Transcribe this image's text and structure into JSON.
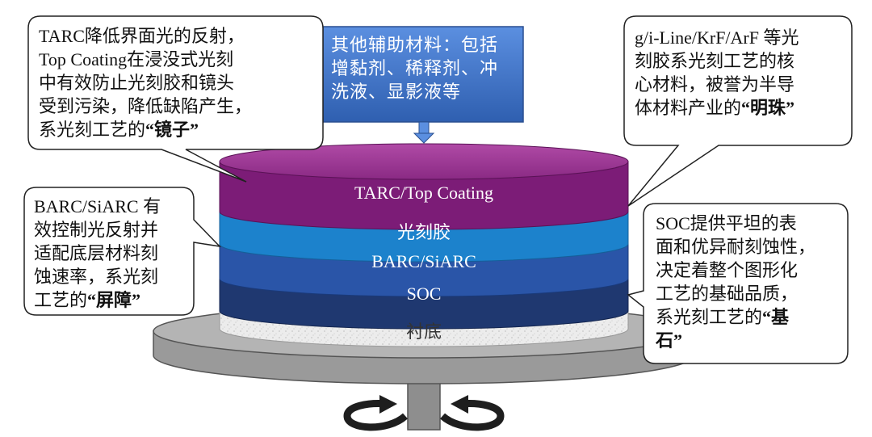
{
  "top_box": {
    "text": "其他辅助材料：包括增黏剂、稀释剂、冲洗液、显影液等"
  },
  "layers": [
    {
      "label": "TARC/Top Coating",
      "color": "#7a1a74"
    },
    {
      "label": "光刻胶",
      "color": "#1a7fc8"
    },
    {
      "label": "BARC/SiARC",
      "color": "#244d9c"
    },
    {
      "label": "SOC",
      "color": "#1c3468"
    },
    {
      "label": "衬底",
      "color": "#e8e8e8"
    }
  ],
  "callouts": {
    "tarc": {
      "line1": "TARC降低界面光的反射，",
      "line2": "Top Coating在浸没式光刻",
      "line3": "中有效防止光刻胶和镜头",
      "line4": "受到污染，降低缺陷产生，",
      "line5_prefix": "系光刻工艺的",
      "line5_bold": "“镜子”"
    },
    "photoresist": {
      "line1": "g/i-Line/KrF/ArF 等光",
      "line2": "刻胶系光刻工艺的核",
      "line3": "心材料，被誉为半导",
      "line4_prefix": "体材料产业的",
      "line4_bold": "“明珠”"
    },
    "barc": {
      "line1": "BARC/SiARC 有",
      "line2": "效控制光反射并",
      "line3": "适配底层材料刻",
      "line4": "蚀速率，系光刻",
      "line5_prefix": "工艺的",
      "line5_bold": "“屏障”"
    },
    "soc": {
      "line1": "SOC提供平坦的表",
      "line2": "面和优异耐刻蚀性，",
      "line3": "决定着整个图形化",
      "line4": "工艺的基础品质，",
      "line5_prefix": "系光刻工艺的",
      "line5_bold": "“基",
      "line6_bold": "石”"
    }
  },
  "colors": {
    "box_fill": "#4a7fd0",
    "platform": "#a8a8a8",
    "arrow": "#222222"
  }
}
